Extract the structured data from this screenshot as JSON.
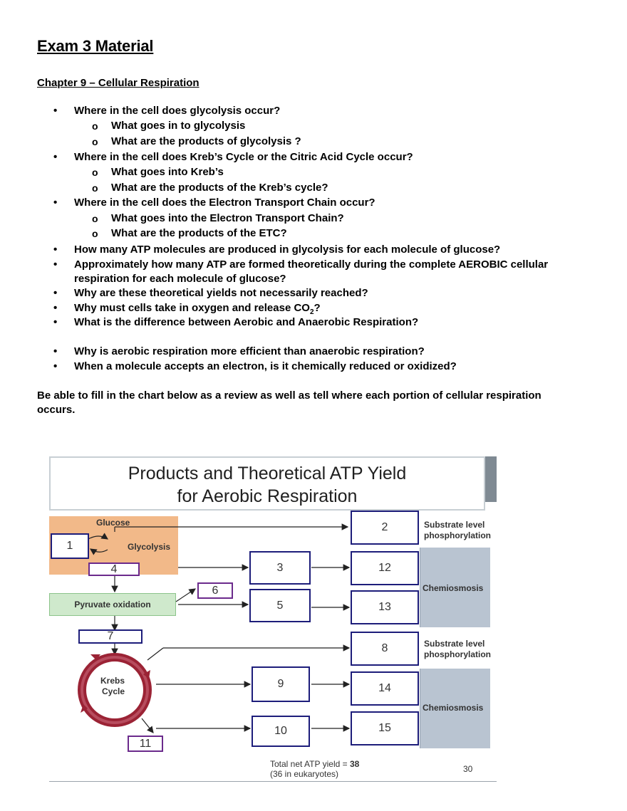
{
  "header": {
    "title": "Exam 3 Material",
    "chapter": "Chapter 9  – Cellular Respiration"
  },
  "questions": [
    {
      "text": "Where in the cell does glycolysis occur?",
      "subs": [
        "What goes in to glycolysis",
        "What are the products of glycolysis ?"
      ]
    },
    {
      "text": "Where in the cell does Kreb’s Cycle or the Citric Acid Cycle occur?",
      "subs": [
        "What goes into Kreb’s",
        "What are the products of the Kreb’s cycle?"
      ]
    },
    {
      "text": "Where in the cell does the Electron Transport Chain occur?",
      "subs": [
        "What goes into the Electron Transport  Chain?",
        "What are the products of the ETC?"
      ]
    },
    {
      "text": "How many ATP molecules are produced in glycolysis for each molecule of glucose?",
      "subs": []
    },
    {
      "text": "Approximately how many ATP are formed theoretically during the complete AEROBIC cellular respiration for each molecule of glucose?",
      "subs": []
    },
    {
      "text": "Why are these theoretical yields not necessarily reached?",
      "subs": []
    },
    {
      "text": "Why must cells take in oxygen and release CO",
      "sub2": "2",
      "suffix": "?",
      "subs": []
    },
    {
      "text": "What is the difference between Aerobic and Anaerobic Respiration?",
      "subs": []
    },
    {
      "text": "Why is aerobic respiration more efficient than anaerobic respiration?",
      "subs": []
    },
    {
      "text": "When a molecule accepts an electron, is it chemically reduced or oxidized?",
      "subs": []
    }
  ],
  "bullet": "•",
  "sub_bullet": "o",
  "note": "Be able to fill in the chart below as a review as well as tell where each portion of cellular respiration occurs.",
  "diagram": {
    "title_line1": "Products and Theoretical  ATP Yield",
    "title_line2": "for Aerobic Respiration",
    "glucose": "Glucose",
    "glycolysis": "Glycolysis",
    "pyruvate": "Pyruvate oxidation",
    "krebs1": "Krebs",
    "krebs2": "Cycle",
    "substrate1": "Substrate level",
    "substrate2": "phosphorylation",
    "chemiosmosis": "Chemiosmosis",
    "total_prefix": "Total net ATP yield = ",
    "total_value": "38",
    "eukaryotes": "(36 in eukaryotes)",
    "slide_number": "30",
    "boxes": [
      "1",
      "2",
      "3",
      "4",
      "5",
      "6",
      "7",
      "8",
      "9",
      "10",
      "11",
      "12",
      "13",
      "14",
      "15"
    ],
    "colors": {
      "glycolysis_bg": "#f2b989",
      "pyruvate_bg": "#cfe9cc",
      "chemiosmosis_bg": "#b9c4d1",
      "box_border": "#1d1d7a",
      "purple_border": "#6b2a8c",
      "krebs_ring": "#9b2335"
    }
  }
}
